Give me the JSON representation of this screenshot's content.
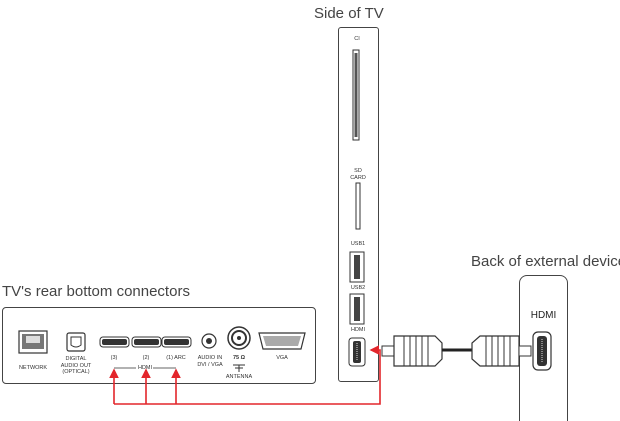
{
  "titles": {
    "side": "Side of TV",
    "rear": "TV's rear bottom connectors",
    "external": "Back of external device"
  },
  "side_panel": {
    "ci": "CI",
    "sd_card": "SD\nCARD",
    "usb1": "USB1",
    "usb2": "USB2",
    "hdmi": "HDMI"
  },
  "rear_panel": {
    "network": "NETWORK",
    "digital_audio_out": "DIGITAL\nAUDIO OUT\n(OPTICAL)",
    "hdmi3": "(3)",
    "hdmi2": "(2)",
    "hdmi1": "(1) ARC",
    "hdmi_group": "HDMI",
    "audio_in": "AUDIO IN\nDVI / VGA",
    "ohm": "75 Ω",
    "antenna": "ANTENNA",
    "vga": "VGA"
  },
  "external_device": {
    "hdmi": "HDMI"
  },
  "colors": {
    "connection_line": "#e3262b",
    "outline": "#444444"
  }
}
